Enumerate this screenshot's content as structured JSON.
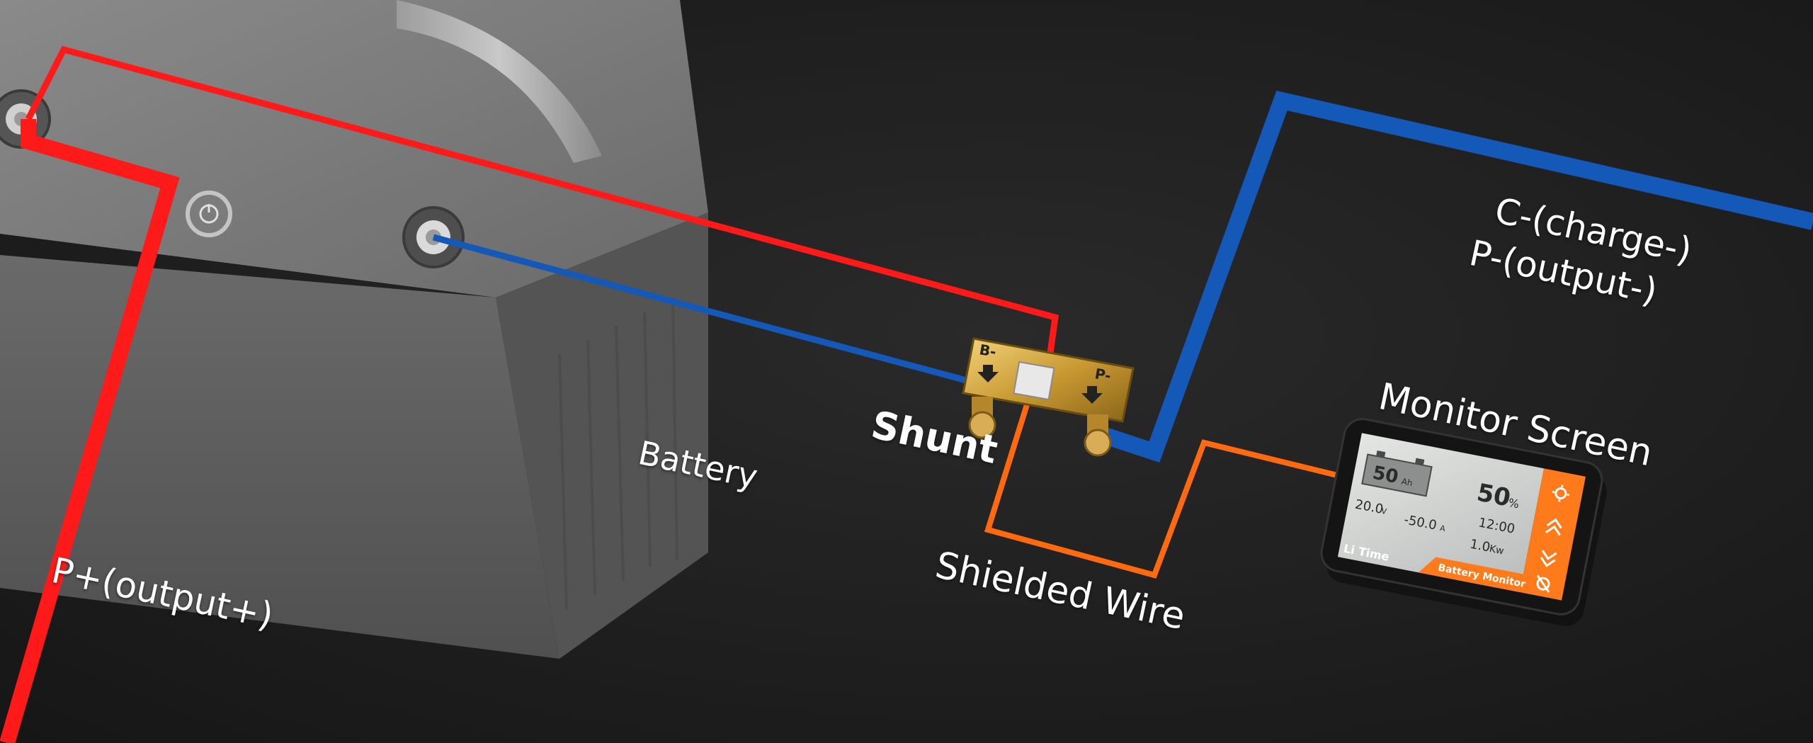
{
  "labels": {
    "battery": "Battery",
    "shunt": "Shunt",
    "shielded_wire": "Shielded Wire",
    "monitor_screen": "Monitor Screen",
    "positive_output": "P+(output+)",
    "charge_negative": "C-(charge-)",
    "output_negative": "P-(output-)"
  },
  "shunt": {
    "b_minus": "B-",
    "p_minus": "P-"
  },
  "monitor": {
    "capacity": "50",
    "capacity_unit": "Ah",
    "percent": "50",
    "percent_unit": "%",
    "voltage": "20.0",
    "voltage_unit": "V",
    "current": "-50.0",
    "current_unit": "A",
    "time": "12:00",
    "power": "1.0",
    "power_unit": "Kw",
    "brand": "Li Time",
    "badge": "Battery Monitor"
  },
  "colors": {
    "positive_wire": "#ff1a1a",
    "negative_wire": "#1458b8",
    "shielded_wire": "#ff6a10",
    "background": "#1f1f1f",
    "battery_body": "#6e6e6e",
    "monitor_accent": "#ff7a1a"
  }
}
